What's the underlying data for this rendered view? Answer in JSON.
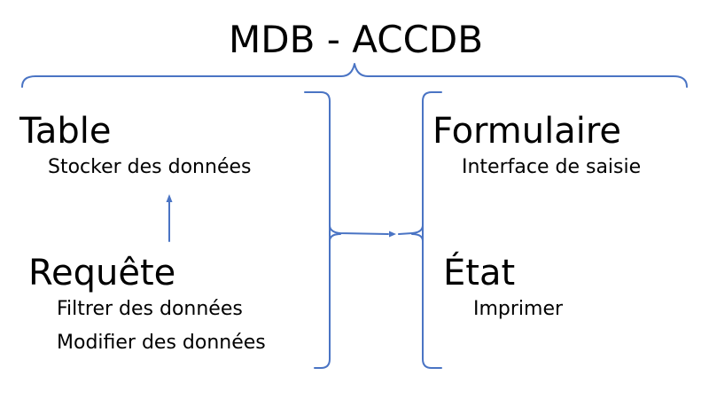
{
  "title": "MDB - ACCDB",
  "colors": {
    "connector": "#4a74c4",
    "text": "#000000",
    "background": "#ffffff"
  },
  "objects": {
    "table": {
      "title": "Table",
      "description": "Stocker des données"
    },
    "requete": {
      "title": "Requête",
      "descriptions": [
        "Filtrer des données",
        "Modifier des données"
      ]
    },
    "formulaire": {
      "title": "Formulaire",
      "description": "Interface de saisie"
    },
    "etat": {
      "title": "État",
      "description": "Imprimer"
    }
  }
}
